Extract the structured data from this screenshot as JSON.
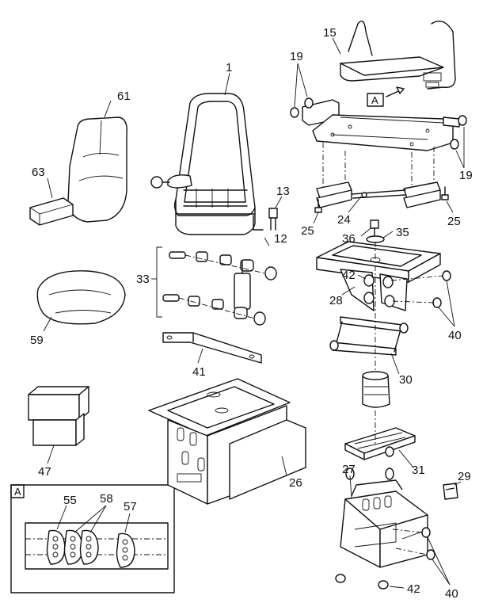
{
  "callouts": {
    "c1": "1",
    "c12": "12",
    "c13": "13",
    "c15": "15",
    "c19a": "19",
    "c19b": "19",
    "c24": "24",
    "c25a": "25",
    "c25b": "25",
    "c26": "26",
    "c27": "27",
    "c28": "28",
    "c29": "29",
    "c30": "30",
    "c31": "31",
    "c33": "33",
    "c35": "35",
    "c36": "36",
    "c40a": "40",
    "c40b": "40",
    "c41": "41",
    "c42a": "42",
    "c42b": "42",
    "c47": "47",
    "c55": "55",
    "c57": "57",
    "c58": "58",
    "c59": "59",
    "c61": "61",
    "c63": "63"
  },
  "view_ref": {
    "pointer": "A",
    "inset": "A"
  }
}
